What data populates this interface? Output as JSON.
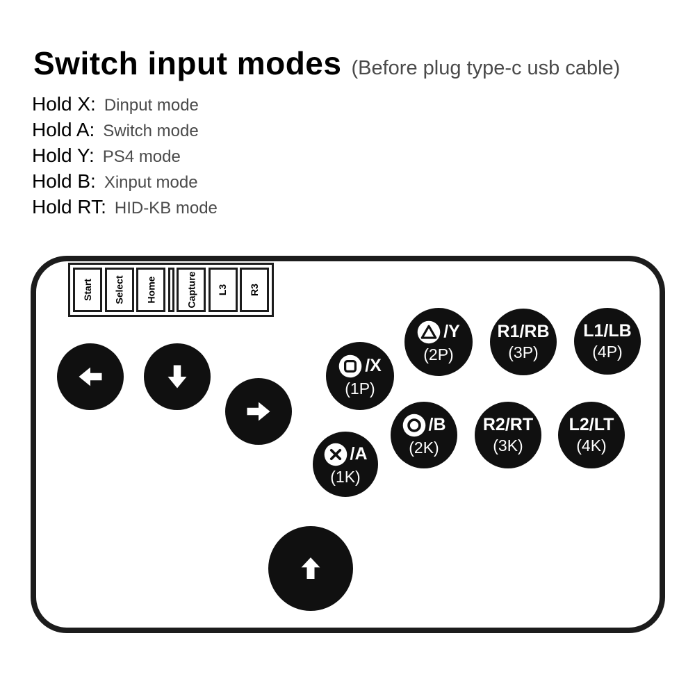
{
  "header": {
    "title": "Switch input modes",
    "subtitle": "(Before plug type-c usb cable)"
  },
  "hold_modes": [
    {
      "button": "Hold X:",
      "mode": "Dinput mode"
    },
    {
      "button": "Hold A:",
      "mode": "Switch mode"
    },
    {
      "button": "Hold Y:",
      "mode": "PS4 mode"
    },
    {
      "button": "Hold B:",
      "mode": "Xinput mode"
    },
    {
      "button": "Hold RT:",
      "mode": "HID-KB mode"
    }
  ],
  "controller": {
    "system_buttons": [
      "Start",
      "Select",
      "Home",
      "Capture",
      "L3",
      "R3"
    ],
    "movement_buttons": [
      {
        "icon": "arrow-left-icon",
        "direction": "left"
      },
      {
        "icon": "arrow-down-icon",
        "direction": "down"
      },
      {
        "icon": "arrow-right-icon",
        "direction": "right"
      },
      {
        "icon": "arrow-up-icon",
        "direction": "up"
      }
    ],
    "action_buttons": [
      {
        "icon": "square-icon",
        "label": "/X",
        "sub": "(1P)"
      },
      {
        "icon": "triangle-icon",
        "label": "/Y",
        "sub": "(2P)"
      },
      {
        "icon": "",
        "label": "R1/RB",
        "sub": "(3P)"
      },
      {
        "icon": "",
        "label": "L1/LB",
        "sub": "(4P)"
      },
      {
        "icon": "cross-icon",
        "label": "/A",
        "sub": "(1K)"
      },
      {
        "icon": "circle-icon",
        "label": "/B",
        "sub": "(2K)"
      },
      {
        "icon": "",
        "label": "R2/RT",
        "sub": "(3K)"
      },
      {
        "icon": "",
        "label": "L2/LT",
        "sub": "(4K)"
      }
    ],
    "colors": {
      "button_bg": "#101010",
      "button_fg": "#ffffff",
      "outline": "#1c1c1c"
    }
  }
}
